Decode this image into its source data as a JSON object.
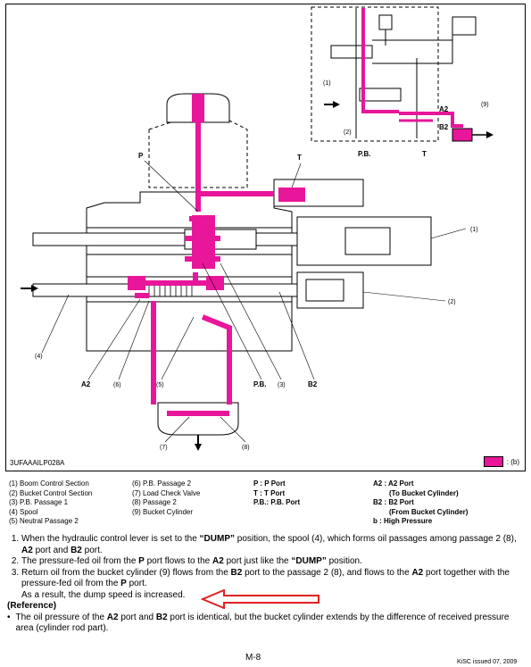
{
  "figure": {
    "id": "3UFAAAILP028A",
    "legend_key": ": (b)",
    "port_labels": {
      "P": "P",
      "T": "T",
      "PB": "P.B.",
      "A2": "A2",
      "B2": "B2"
    },
    "callouts": {
      "c1": "(1)",
      "c2": "(2)",
      "c3": "(3)",
      "c4": "(4)",
      "c5": "(5)",
      "c6": "(6)",
      "c7": "(7)",
      "c8": "(8)",
      "c9": "(9)"
    },
    "colors": {
      "high_pressure": "#e8169a",
      "line": "#000000",
      "dashed": "#000000"
    }
  },
  "parts_list": {
    "col1": [
      "(1) Boom Control Section",
      "(2) Bucket Control Section",
      "(3) P.B. Passage 1",
      "(4) Spool",
      "(5) Neutral Passage 2"
    ],
    "col2": [
      "(6) P.B. Passage 2",
      "(7) Load Check Valve",
      "(8) Passage 2",
      "(9) Bucket Cylinder"
    ],
    "col3": [
      "P : P Port",
      "T : T Port",
      "P.B.: P.B. Port"
    ],
    "col4": [
      {
        "text": "A2 : A2 Port",
        "sub": false
      },
      {
        "text": "(To Bucket Cylinder)",
        "sub": true
      },
      {
        "text": "B2 : B2 Port",
        "sub": false
      },
      {
        "text": "(From Bucket Cylinder)",
        "sub": true
      },
      {
        "text": "b : High Pressure",
        "sub": false
      }
    ]
  },
  "steps": {
    "s1_pre": "When the hydraulic control lever is set to the ",
    "s1_dump": "“DUMP”",
    "s1_mid": " position, the spool (4), which forms oil passages among passage 2 (8), ",
    "s1_a2": "A2",
    "s1_and": " port and ",
    "s1_b2": "B2",
    "s1_end": " port.",
    "s2_pre": "The pressure-fed oil from the ",
    "s2_p": "P",
    "s2_mid": " port flows to the ",
    "s2_a2": "A2",
    "s2_mid2": " port just like the ",
    "s2_dump": "“DUMP”",
    "s2_end": " position.",
    "s3_pre": "Return oil from the bucket cylinder (9) flows from the ",
    "s3_b2": "B2",
    "s3_mid": " port to the passage 2 (8), and flows to the ",
    "s3_a2": "A2",
    "s3_mid2": " port together with the pressure-fed oil from the ",
    "s3_p": "P",
    "s3_end": " port.",
    "result": "As a result, the dump speed is increased."
  },
  "reference": {
    "title": "(Reference)",
    "pre": "The oil pressure of the ",
    "a2": "A2",
    "mid": " port and ",
    "b2": "B2",
    "end": " port is identical, but the bucket cylinder extends by the difference of received pressure area (cylinder rod part)."
  },
  "footer": {
    "page": "M-8",
    "issue": "KiSC issued 07, 2009"
  }
}
